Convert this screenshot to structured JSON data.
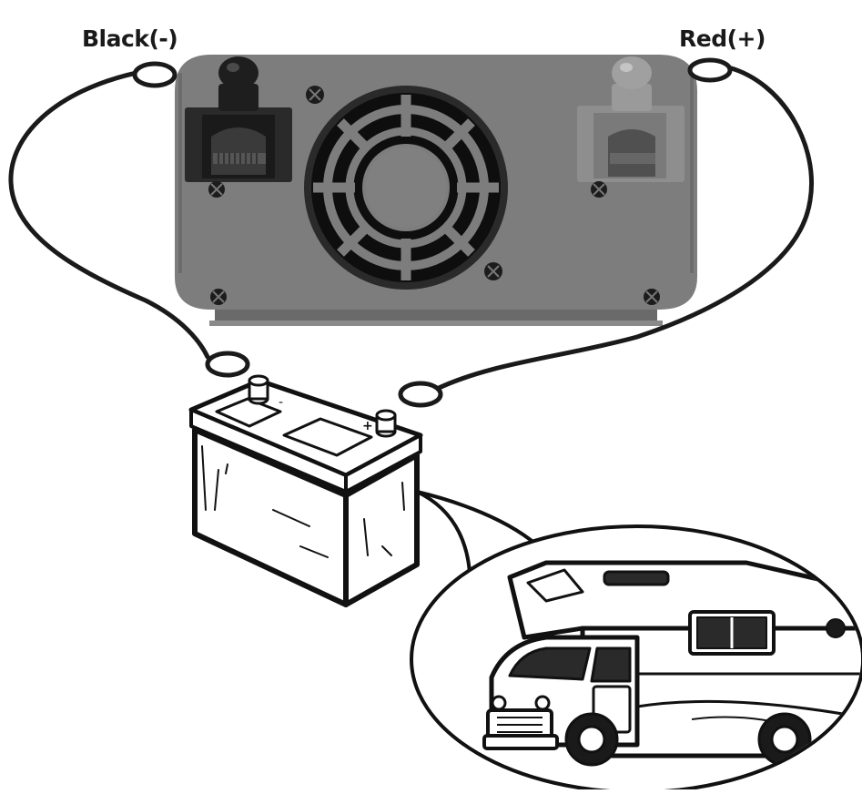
{
  "labels": {
    "negative_lead": "Black(-)",
    "positive_lead": "Red(+)"
  },
  "battery": {
    "terminal_negative": "-",
    "terminal_positive": "+"
  },
  "colors": {
    "inverter_body": "#7d7d7d",
    "inverter_dark": "#5a5a5a",
    "negative_terminal": "#1e1e1e",
    "positive_terminal": "#8e8e8e",
    "cable": "#1a1a1a",
    "outline": "#111111",
    "background": "#ffffff"
  },
  "icons": [
    "inverter-illustration",
    "cooling-fan-icon",
    "battery-illustration",
    "rv-motorhome-illustration"
  ]
}
